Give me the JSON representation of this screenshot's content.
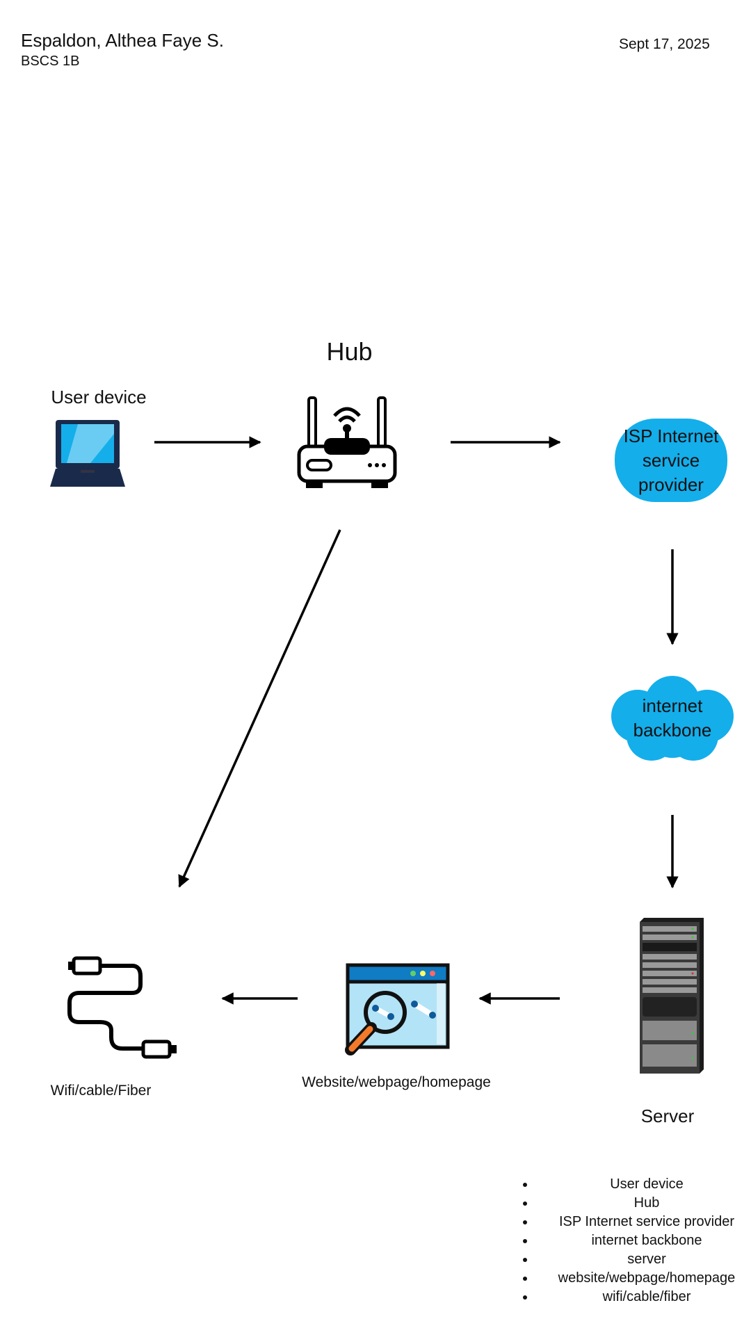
{
  "header": {
    "name": "Espaldon, Althea Faye S.",
    "section": "BSCS 1B",
    "date": "Sept 17, 2025"
  },
  "nodes": {
    "user_device": {
      "label": "User device",
      "icon": "laptop-icon"
    },
    "hub": {
      "label": "Hub",
      "icon": "router-icon"
    },
    "isp": {
      "label": "ISP Internet service provider",
      "line1": "ISP Internet",
      "line2": "service",
      "line3": "provider",
      "color": "#14AEEB"
    },
    "backbone": {
      "label": "internet backbone",
      "line1": "internet",
      "line2": "backbone",
      "color": "#14AEEB"
    },
    "server": {
      "label": "Server",
      "icon": "server-rack-icon"
    },
    "website": {
      "label": "Website/webpage/homepage",
      "icon": "browser-search-icon"
    },
    "cable": {
      "label": "Wifi/cable/Fiber",
      "icon": "usb-cable-icon"
    }
  },
  "legend": {
    "items": [
      "User device",
      "Hub",
      "ISP Internet service provider",
      "internet backbone",
      "server",
      "website/webpage/homepage",
      "wifi/cable/fiber"
    ]
  }
}
